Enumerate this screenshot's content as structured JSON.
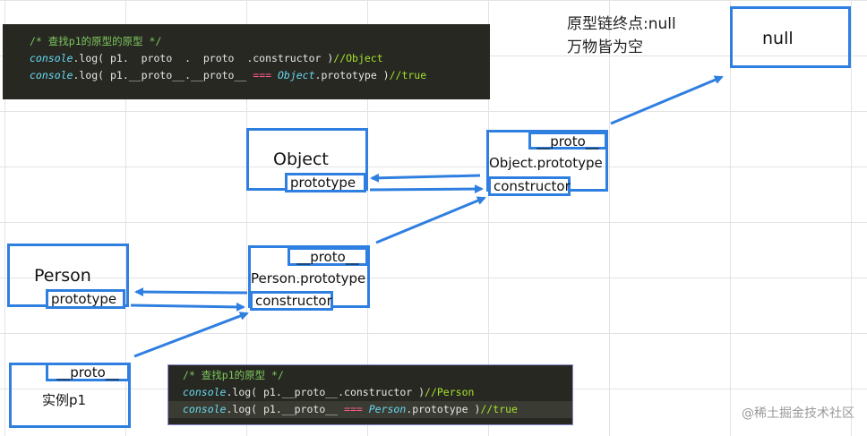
{
  "code_top": {
    "comment": "/* 查找p1的原型的原型 */",
    "line1_fn": "console",
    "line1_rest": ".log( p1.  proto  .  proto  .constructor )",
    "line1_result": "//Object",
    "line2_fn": "console",
    "line2_a": ".log( p1.__proto__.__proto__ ",
    "line2_eq": "===",
    "line2_obj": " Object",
    "line2_b": ".prototype )",
    "line2_result": "//true"
  },
  "code_bottom": {
    "comment": "/* 查找p1的原型 */",
    "line1_fn": "console",
    "line1_rest": ".log( p1.__proto__.constructor )",
    "line1_result": "//Person",
    "line2_fn": "console",
    "line2_a": ".log( p1.__proto__ ",
    "line2_eq": "===",
    "line2_obj": " Person",
    "line2_b": ".prototype )",
    "line2_result": "//true"
  },
  "note": {
    "line1": "原型链终点:null",
    "line2": "万物皆为空"
  },
  "nodes": {
    "null_label": "null",
    "object_label": "Object",
    "object_prototype_tag": "prototype",
    "object_proto_proto": "__proto__",
    "object_proto_title": "Object.prototype",
    "object_proto_ctor": "constructor",
    "person_label": "Person",
    "person_prototype_tag": "prototype",
    "person_proto_proto": "__proto__",
    "person_proto_title": "Person.prototype",
    "person_proto_ctor": "constructor",
    "instance_proto": "__proto__",
    "instance_label": "实例p1"
  },
  "watermark": "@稀土掘金技术社区",
  "colors": {
    "box": "#2f7fe0",
    "code_bg": "#272822"
  }
}
